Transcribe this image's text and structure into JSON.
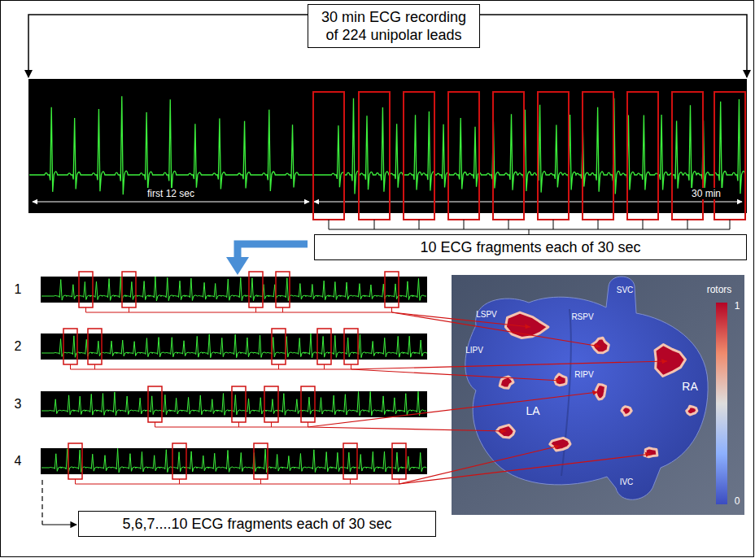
{
  "diagram": {
    "nodes": [
      {
        "text": [
          "30 min ECG recording of 224 unipolar leads"
        ]
      },
      {
        "text": [
          "10 ECG fragments each of 30 sec"
        ]
      },
      {
        "text": [
          "5,6,7....10 ECG fragments each of 30 sec"
        ]
      }
    ],
    "labels": [
      "first 12 sec",
      "30 min",
      "1",
      "2",
      "3",
      "4",
      "SVC",
      "LSPV",
      "RSPV",
      "LIPV",
      "RIPV",
      "RA",
      "LA",
      "IVC",
      "rotors",
      "1",
      "0"
    ]
  }
}
